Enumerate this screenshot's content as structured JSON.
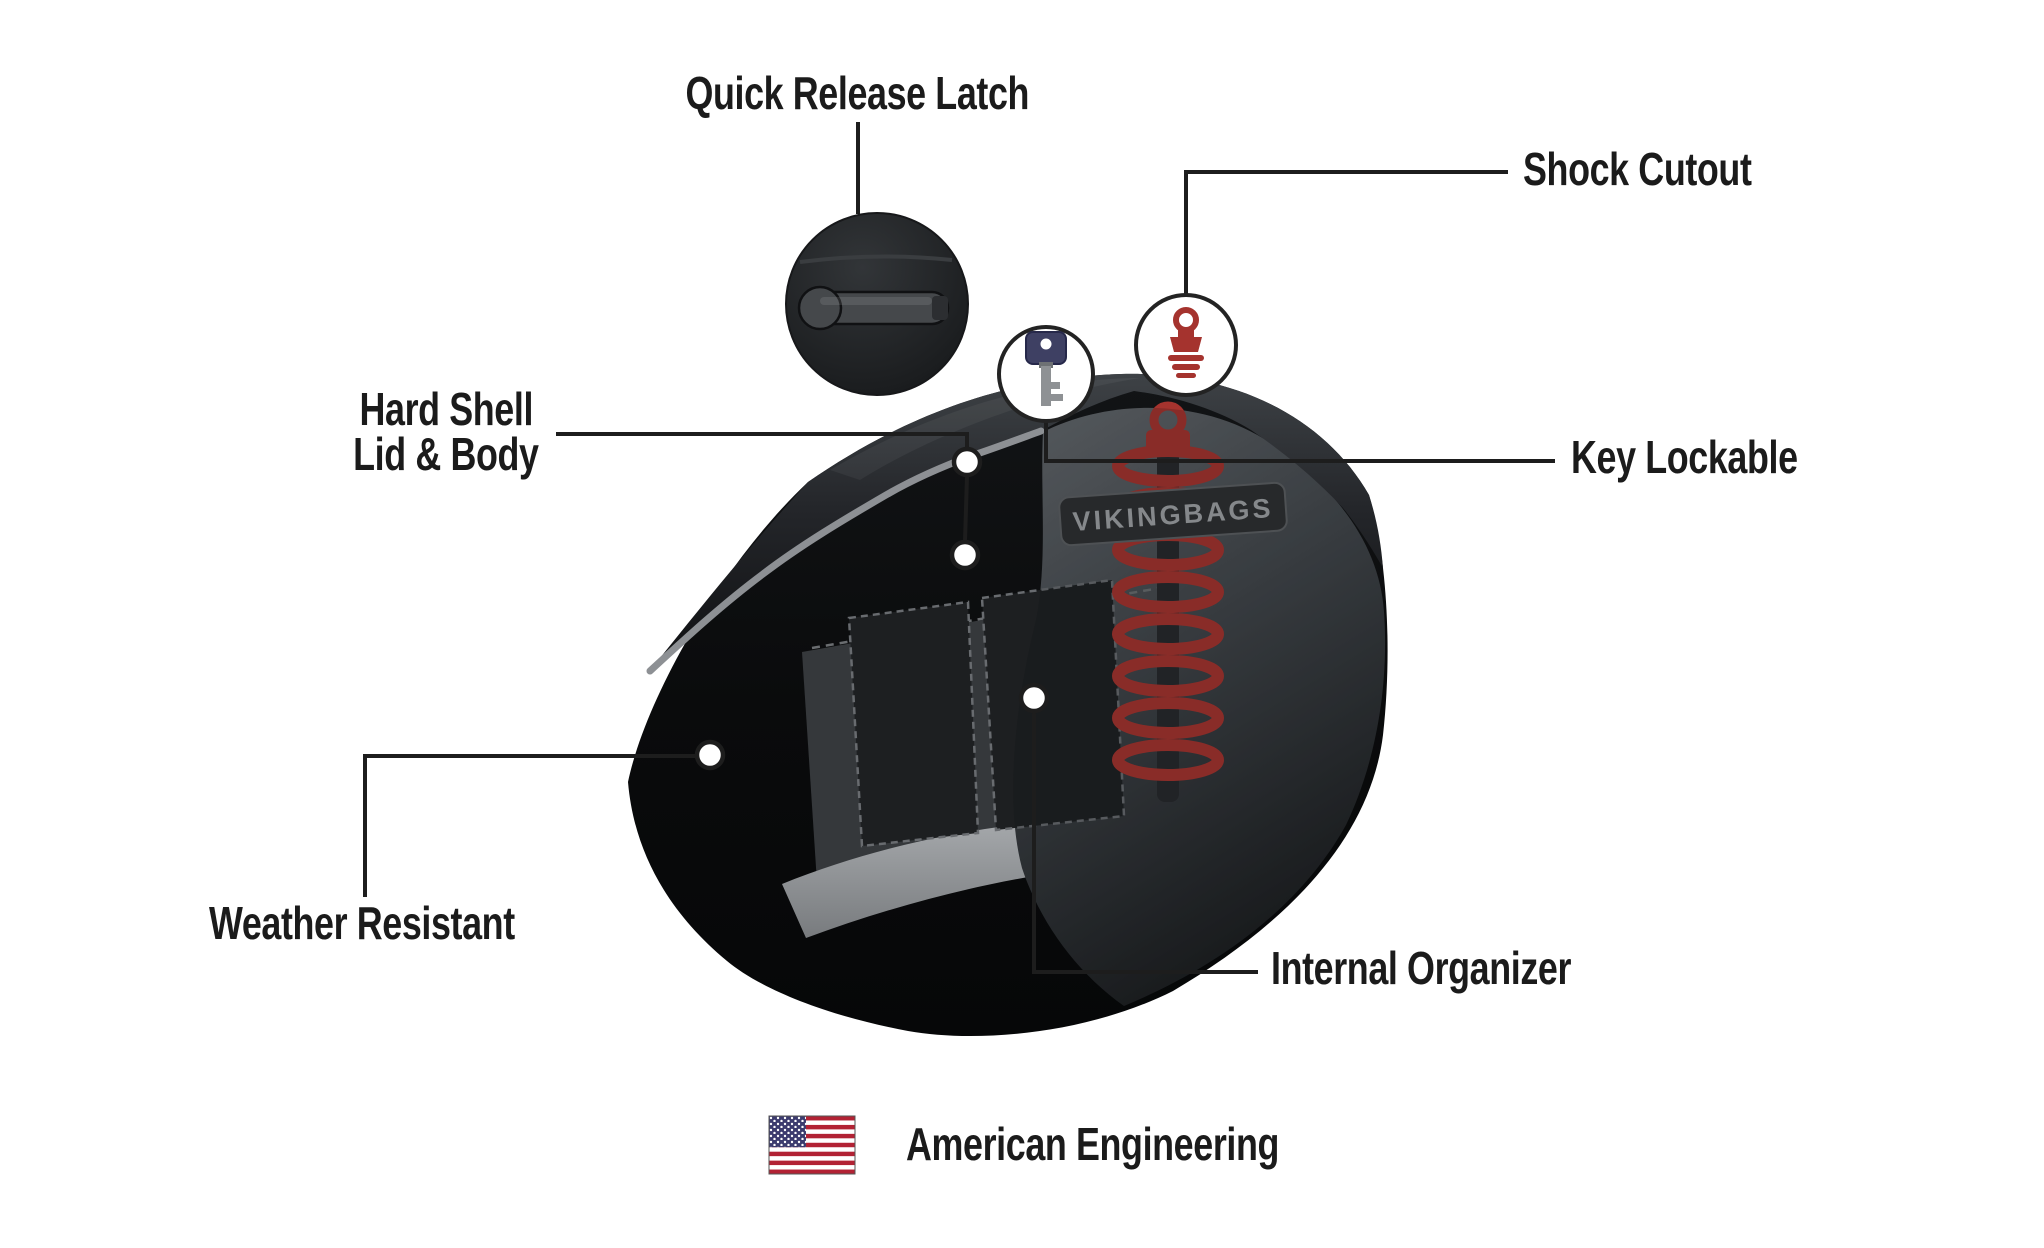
{
  "colors": {
    "background": "#FFFFFF",
    "label_text": "#1B1B1B",
    "callout_line": "#1D1D1D",
    "bag_black": "#0B0C0D",
    "trim_gray": "#8D9094",
    "shock_red": "#A5332E",
    "flag_red": "#B22234",
    "flag_blue": "#3C3B6E"
  },
  "callouts": {
    "quick_release_latch": {
      "label": "Quick Release Latch",
      "icon": "quick-release-latch-icon"
    },
    "shock_cutout": {
      "label": "Shock Cutout",
      "icon": "shock-absorber-icon"
    },
    "key_lockable": {
      "label": "Key Lockable",
      "icon": "key-icon"
    },
    "hard_shell": {
      "label_line1": "Hard Shell",
      "label_line2": "Lid & Body"
    },
    "weather_resistant": {
      "label": "Weather Resistant"
    },
    "internal_organizer": {
      "label": "Internal Organizer"
    }
  },
  "product": {
    "brand_plate": "VIKINGBAGS"
  },
  "footer": {
    "label": "American Engineering",
    "icon": "us-flag-icon"
  }
}
